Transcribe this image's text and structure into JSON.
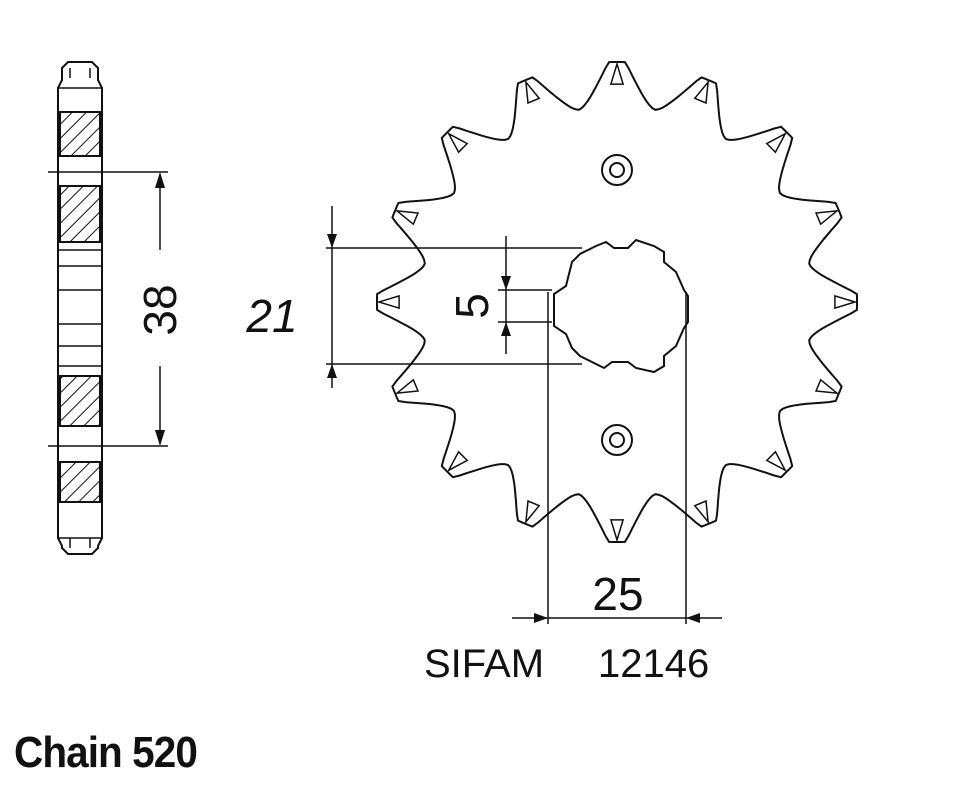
{
  "dimensions": {
    "hub_diameter": "38",
    "spline_height": "21",
    "keyway_width": "5",
    "bore_offset": "25"
  },
  "caption": {
    "brand": "SIFAM",
    "part_number": "12146"
  },
  "chain_label": "Chain 520",
  "sprocket": {
    "teeth": 16
  },
  "colors": {
    "ink": "#111111",
    "background": "#ffffff"
  }
}
